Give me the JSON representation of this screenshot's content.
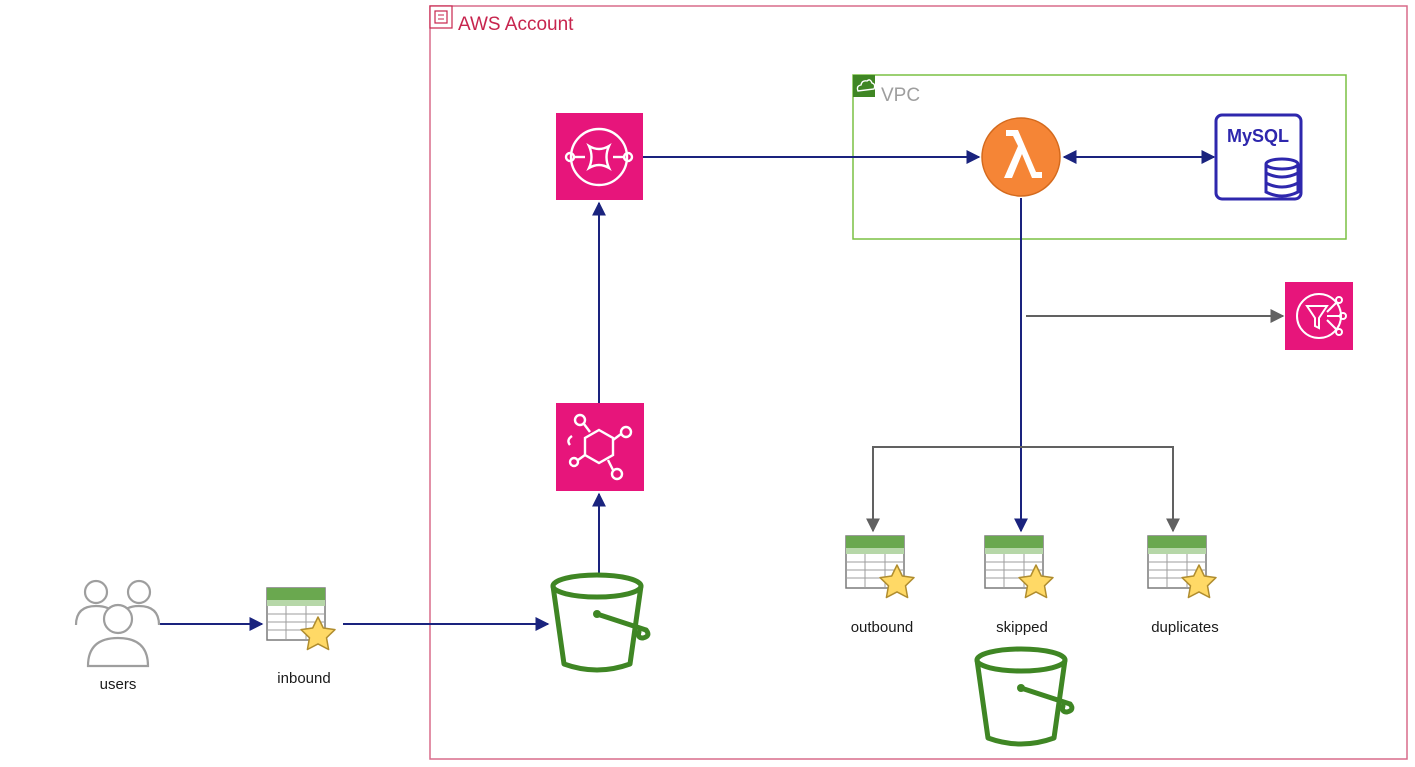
{
  "colors": {
    "aws_account_border": "#d86b8a",
    "aws_account_text": "#c7254e",
    "vpc_border": "#7ac143",
    "vpc_text": "#9e9e9e",
    "flow_arrow": "#1a237e",
    "secondary_arrow": "#616161",
    "service_tile": "#e7157b",
    "lambda_orange": "#f58536",
    "s3_green": "#3f8624",
    "mysql_blue": "#2e27ad",
    "user_gray": "#9e9e9e"
  },
  "groups": {
    "aws_account": {
      "label": "AWS Account",
      "icon": "aws-account-icon"
    },
    "vpc": {
      "label": "VPC",
      "icon": "vpc-cloud-icon"
    }
  },
  "nodes": {
    "users": {
      "label": "users",
      "icon": "users-icon"
    },
    "inbound": {
      "label": "inbound",
      "icon": "table-star-icon"
    },
    "s3_inbound_bucket": {
      "icon": "s3-bucket-icon"
    },
    "eventbridge": {
      "icon": "eventbridge-icon"
    },
    "sqs": {
      "icon": "sqs-queue-icon"
    },
    "lambda": {
      "icon": "lambda-icon"
    },
    "mysql": {
      "label": "MySQL",
      "icon": "mysql-database-icon"
    },
    "sns": {
      "icon": "sns-topic-icon"
    },
    "outbound": {
      "label": "outbound",
      "icon": "table-star-icon"
    },
    "skipped": {
      "label": "skipped",
      "icon": "table-star-icon"
    },
    "duplicates": {
      "label": "duplicates",
      "icon": "table-star-icon"
    },
    "s3_output_bucket": {
      "icon": "s3-bucket-icon"
    }
  }
}
